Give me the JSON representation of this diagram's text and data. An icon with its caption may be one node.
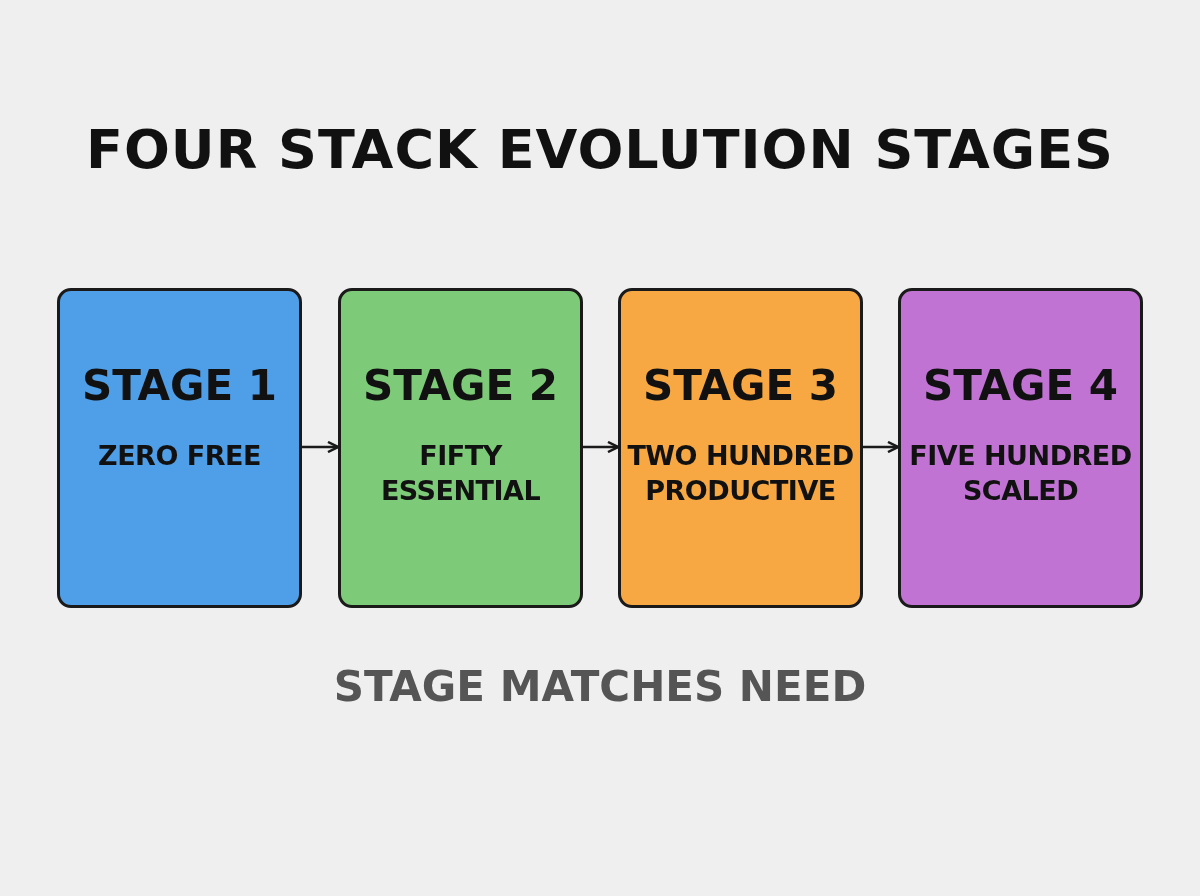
{
  "diagram": {
    "title": "FOUR STACK EVOLUTION STAGES",
    "caption": "STAGE MATCHES NEED",
    "nodes": [
      {
        "text": [
          "STAGE 1",
          "ZERO FREE"
        ]
      },
      {
        "text": [
          "STAGE 2",
          "FIFTY ESSENTIAL"
        ]
      },
      {
        "text": [
          "STAGE 3",
          "TWO HUNDRED PRODUCTIVE"
        ]
      },
      {
        "text": [
          "STAGE 4",
          "FIVE HUNDRED SCALED"
        ]
      }
    ],
    "edges": [
      {
        "from": 0,
        "to": 1,
        "arrow": "to"
      },
      {
        "from": 1,
        "to": 2,
        "arrow": "to"
      },
      {
        "from": 2,
        "to": 3,
        "arrow": "to"
      }
    ]
  }
}
